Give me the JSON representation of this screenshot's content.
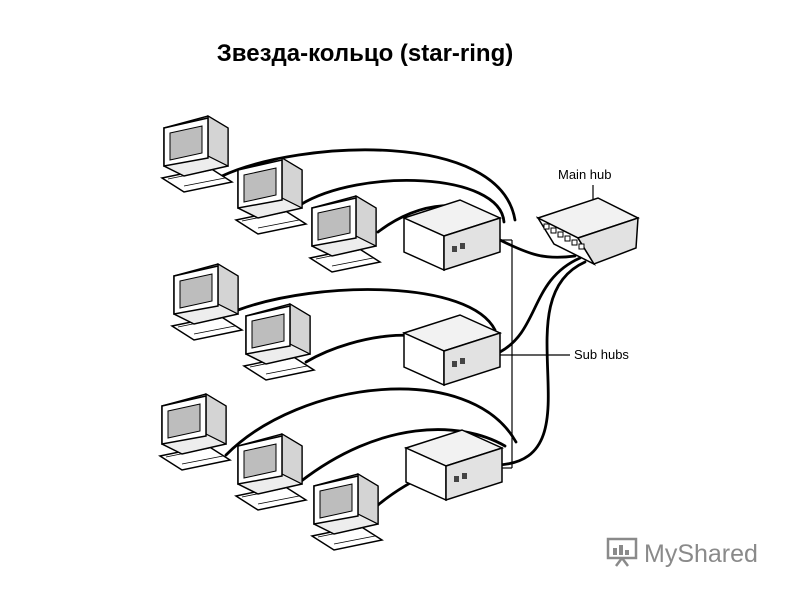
{
  "title": "Звезда-кольцо (star-ring)",
  "labels": {
    "main_hub": "Main hub",
    "sub_hubs": "Sub hubs"
  },
  "watermark": {
    "text": "MyShared",
    "icon": "presentation-board-icon"
  },
  "computers": [
    {
      "name": "computer-1"
    },
    {
      "name": "computer-2"
    },
    {
      "name": "computer-3"
    },
    {
      "name": "computer-4"
    },
    {
      "name": "computer-5"
    },
    {
      "name": "computer-6"
    },
    {
      "name": "computer-7"
    },
    {
      "name": "computer-8"
    }
  ],
  "hubs": [
    {
      "name": "sub-hub-1"
    },
    {
      "name": "sub-hub-2"
    },
    {
      "name": "sub-hub-3"
    },
    {
      "name": "main-hub"
    }
  ]
}
